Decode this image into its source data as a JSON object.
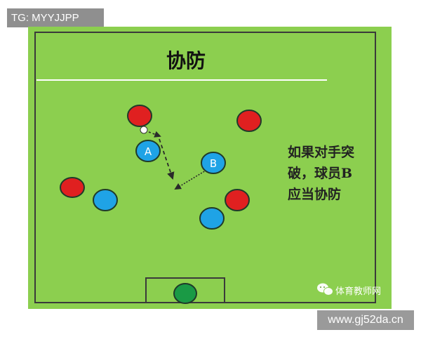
{
  "watermark_top": "TG: MYYJJPP",
  "watermark_bottom": "www.gj52da.cn",
  "title": "协防",
  "caption_lines": [
    "如果对手突",
    "破，球员B",
    "应当协防"
  ],
  "player_labels": {
    "a": "A",
    "b": "B"
  },
  "wechat_brand": "体育教师网",
  "colors": {
    "pitch": "#8ccf4f",
    "lines": "#ffffff",
    "border": "#3a3a3a",
    "attacker": "#e02020",
    "defender": "#1fa3e6",
    "goalkeeper": "#1a9a45"
  }
}
